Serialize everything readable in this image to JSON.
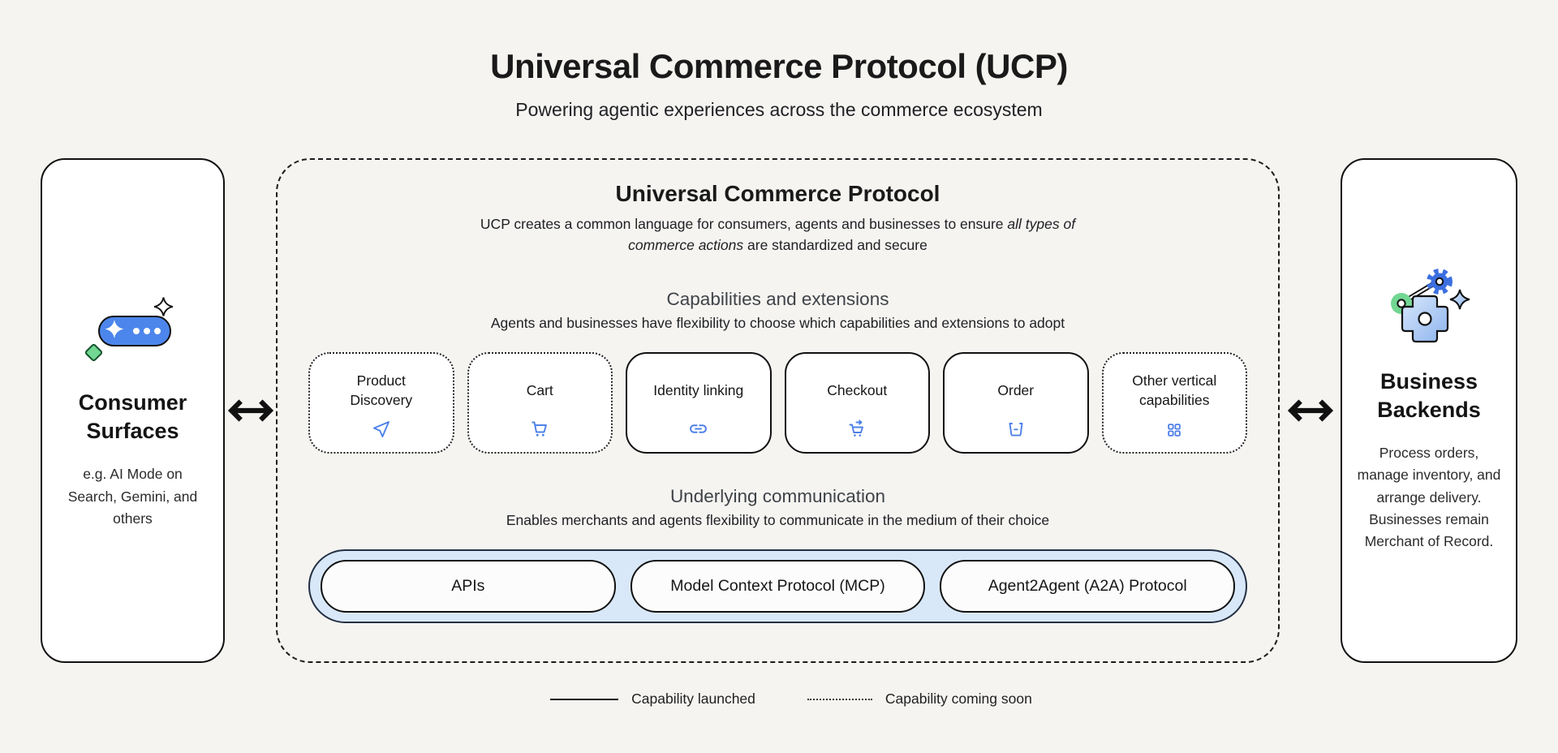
{
  "page": {
    "title": "Universal Commerce Protocol (UCP)",
    "subtitle": "Powering agentic experiences across the commerce ecosystem"
  },
  "consumer": {
    "title": "Consumer Surfaces",
    "description": "e.g. AI Mode on Search, Gemini, and others",
    "icon": "ai-chat-pill-icon"
  },
  "business": {
    "title": "Business Backends",
    "description": "Process orders, manage inventory, and arrange delivery. Businesses remain Merchant of Record.",
    "icon": "gears-icon"
  },
  "ucp": {
    "title": "Universal Commerce Protocol",
    "description_prefix": "UCP creates a common language for consumers, agents and businesses to ensure ",
    "description_italic": "all types of commerce actions",
    "description_suffix": " are standardized and secure",
    "capabilities_section": {
      "title": "Capabilities and extensions",
      "subtitle": "Agents and businesses have flexibility to choose which capabilities and extensions to adopt",
      "items": [
        {
          "label": "Product Discovery",
          "icon": "send-icon",
          "status": "coming-soon"
        },
        {
          "label": "Cart",
          "icon": "shopping-cart-icon",
          "status": "coming-soon"
        },
        {
          "label": "Identity linking",
          "icon": "link-icon",
          "status": "launched"
        },
        {
          "label": "Checkout",
          "icon": "cart-checkout-icon",
          "status": "launched"
        },
        {
          "label": "Order",
          "icon": "order-basket-icon",
          "status": "launched"
        },
        {
          "label": "Other vertical capabilities",
          "icon": "grid-icon",
          "status": "coming-soon"
        }
      ]
    },
    "communication_section": {
      "title": "Underlying communication",
      "subtitle": "Enables merchants and agents flexibility to communicate in the medium of their choice",
      "items": [
        {
          "label": "APIs"
        },
        {
          "label": "Model Context Protocol (MCP)"
        },
        {
          "label": "Agent2Agent (A2A) Protocol"
        }
      ]
    }
  },
  "legend": {
    "launched_label": "Capability launched",
    "coming_soon_label": "Capability coming soon"
  },
  "colors": {
    "background": "#F5F4F1",
    "accent_blue": "#4E80E8",
    "pill_blue": "#4C86EC",
    "light_blue_fill": "#D9E8F8",
    "green": "#72D792",
    "border_dark": "#111111"
  }
}
